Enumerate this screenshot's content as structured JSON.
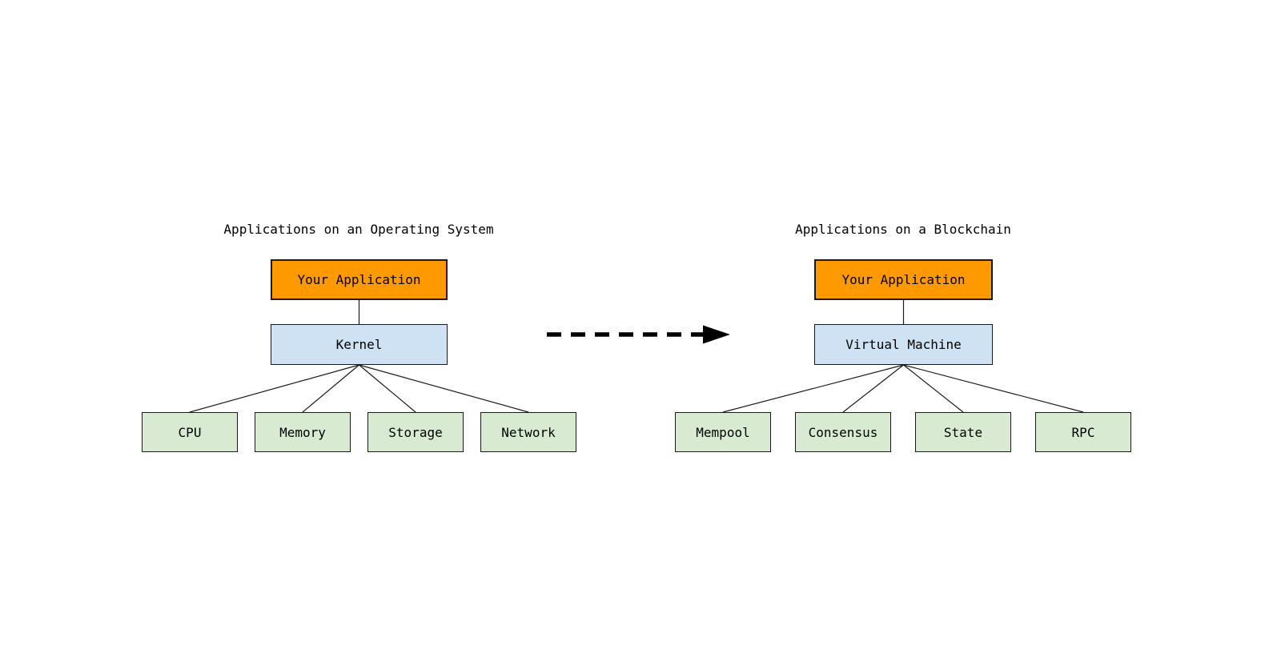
{
  "os_diagram": {
    "title": "Applications on an Operating System",
    "application": "Your Application",
    "platform": "Kernel",
    "components": [
      "CPU",
      "Memory",
      "Storage",
      "Network"
    ]
  },
  "blockchain_diagram": {
    "title": "Applications on a Blockchain",
    "application": "Your Application",
    "platform": "Virtual Machine",
    "components": [
      "Mempool",
      "Consensus",
      "State",
      "RPC"
    ]
  },
  "colors": {
    "application_fill": "#ff9900",
    "platform_fill": "#cfe2f3",
    "component_fill": "#d9ead3",
    "border": "#1a1a1a",
    "text": "#000000",
    "arrow": "#000000",
    "background": "#ffffff"
  }
}
